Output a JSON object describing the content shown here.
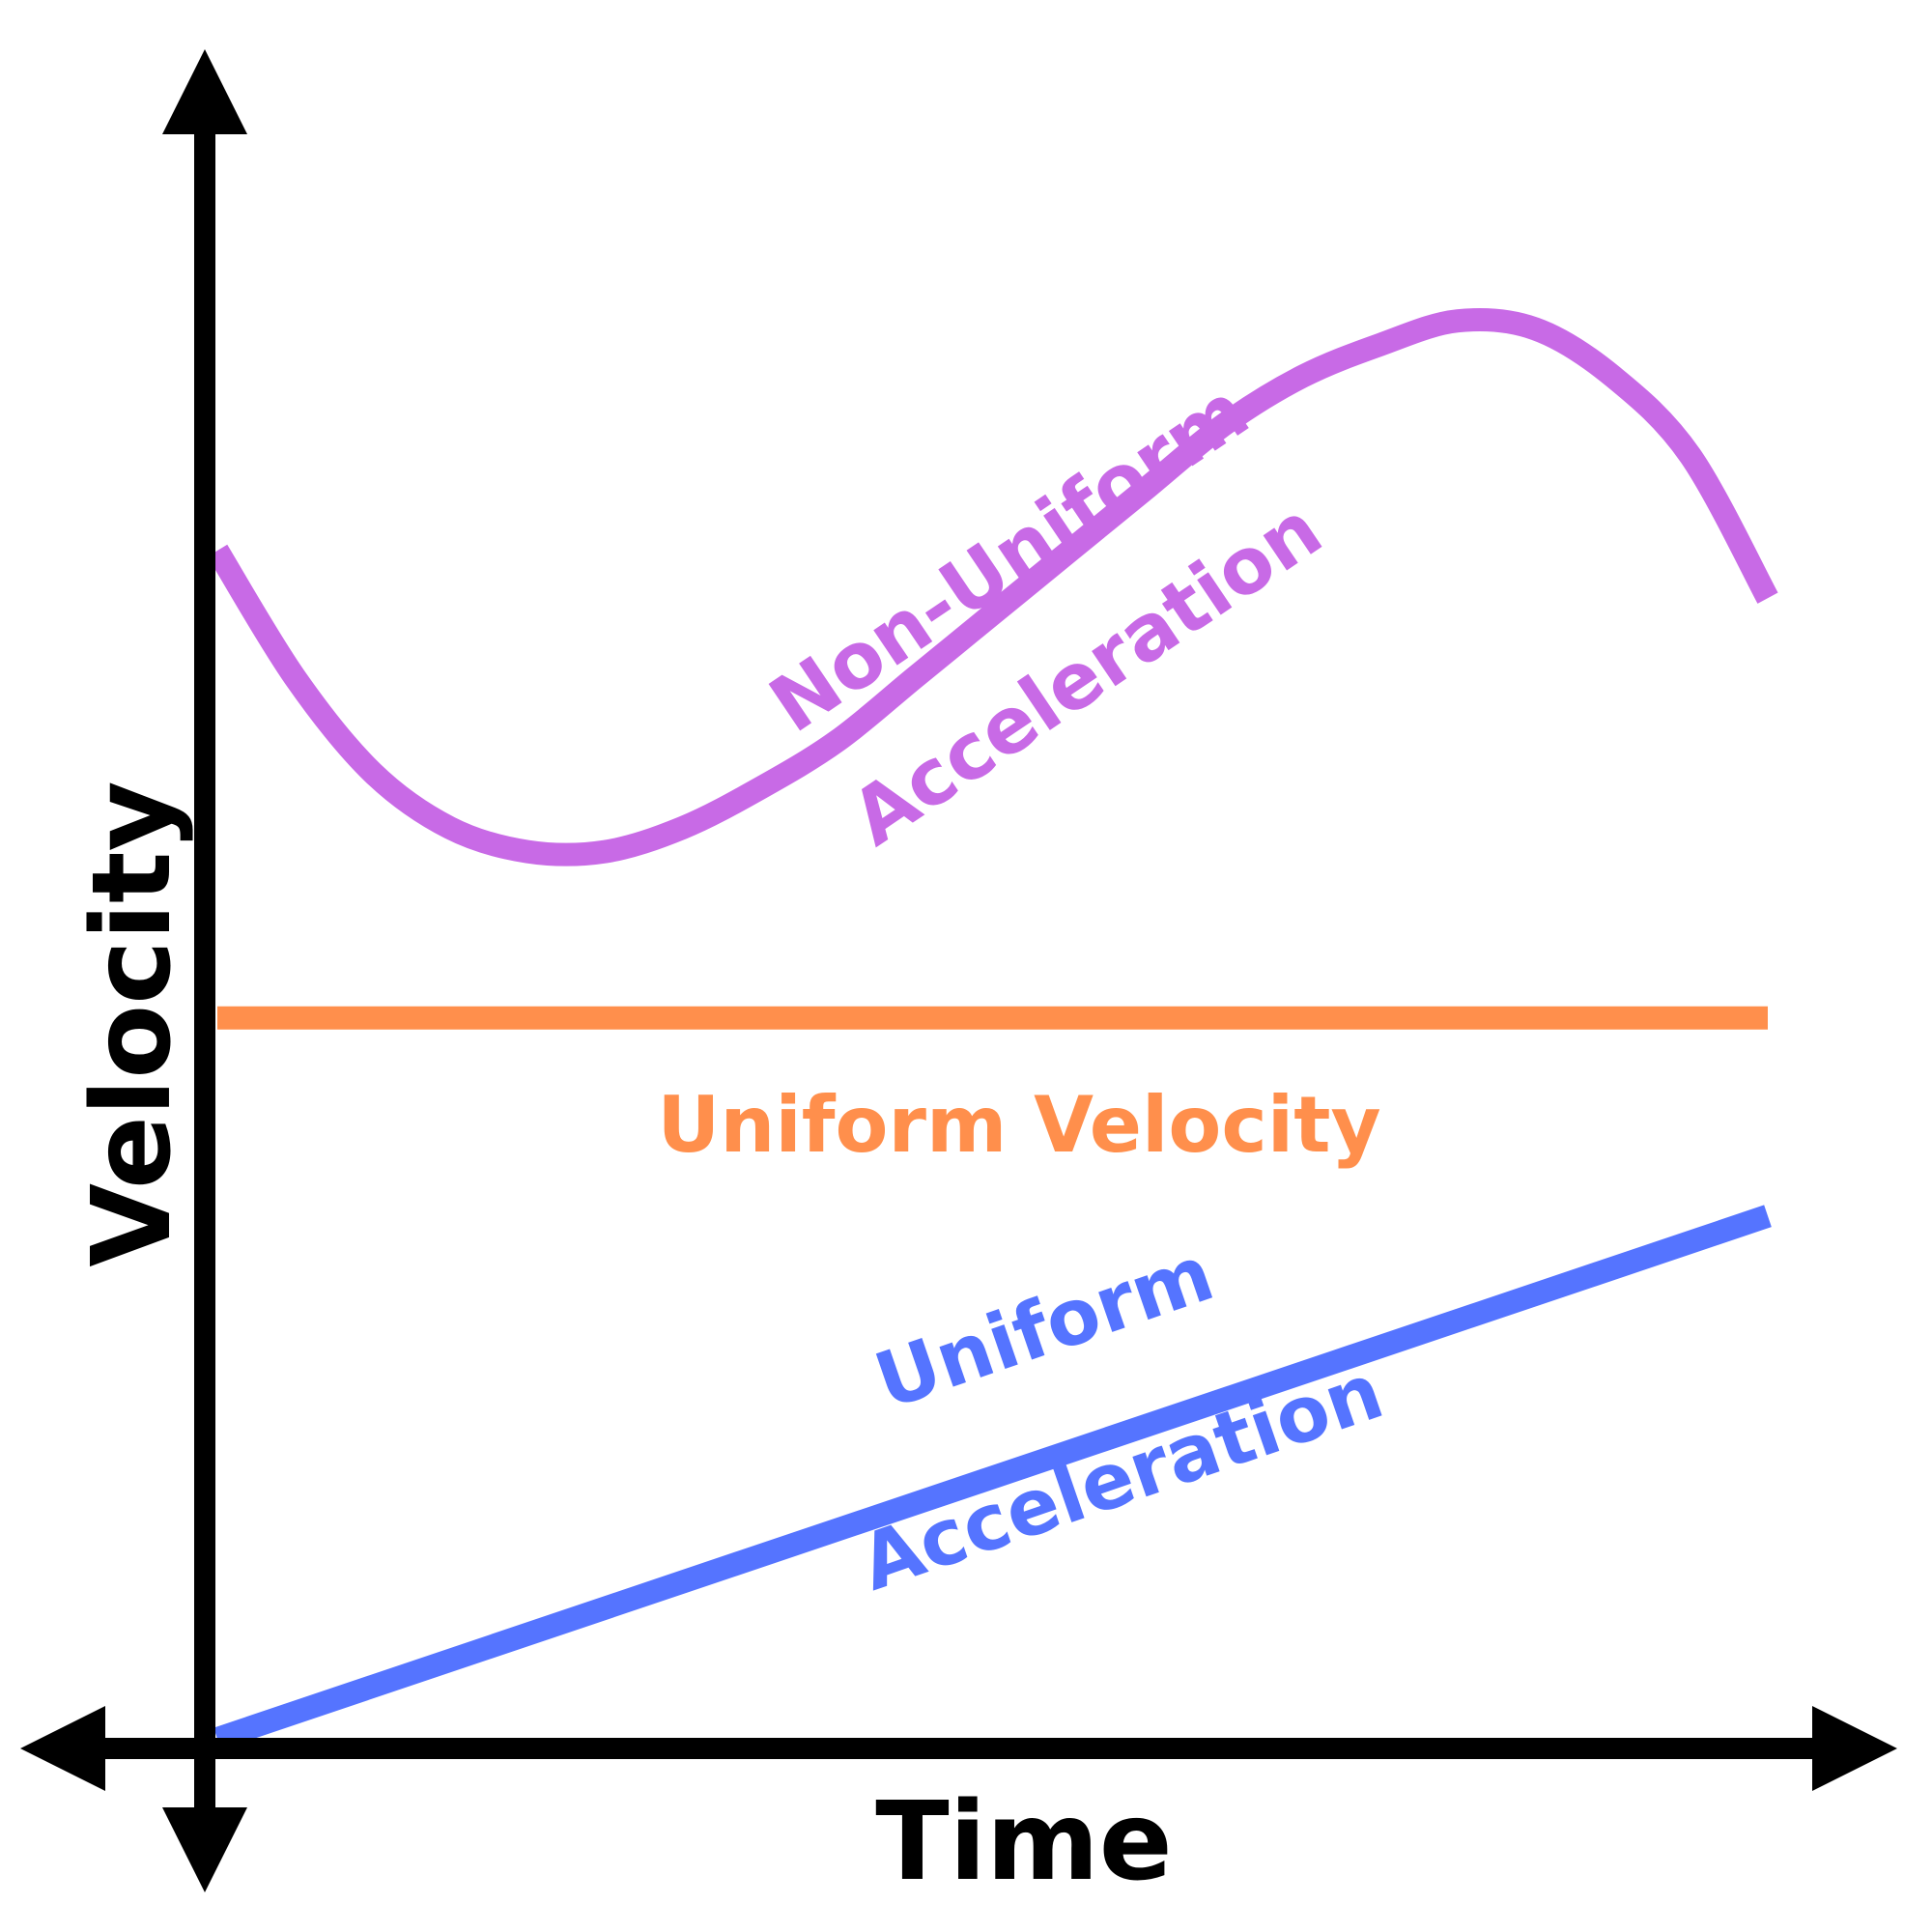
{
  "chart_data": {
    "type": "line",
    "xlabel": "Time",
    "ylabel": "Velocity",
    "grid": false,
    "xlim": [
      0,
      10
    ],
    "ylim": [
      0,
      10
    ],
    "series": [
      {
        "name": "Non-Uniform Acceleration",
        "color": "#c86ae6",
        "shape": "curve",
        "x": [
          0,
          0.5,
          1,
          1.5,
          2,
          2.5,
          3,
          3.5,
          4,
          4.5,
          5,
          5.5,
          6,
          6.5,
          7,
          7.5,
          8,
          8.5,
          9,
          9.5,
          10
        ],
        "y": [
          7.5,
          6.7,
          6.1,
          5.75,
          5.6,
          5.6,
          5.75,
          6.0,
          6.3,
          6.7,
          7.1,
          7.5,
          7.9,
          8.3,
          8.6,
          8.8,
          8.95,
          8.9,
          8.6,
          8.1,
          7.2
        ]
      },
      {
        "name": "Uniform Velocity",
        "color": "#ff8f4c",
        "shape": "line",
        "x": [
          0,
          10
        ],
        "y": [
          4.55,
          4.55
        ]
      },
      {
        "name": "Uniform Acceleration",
        "color": "#5574ff",
        "shape": "line",
        "x": [
          0,
          10
        ],
        "y": [
          0,
          3.3
        ]
      }
    ]
  }
}
